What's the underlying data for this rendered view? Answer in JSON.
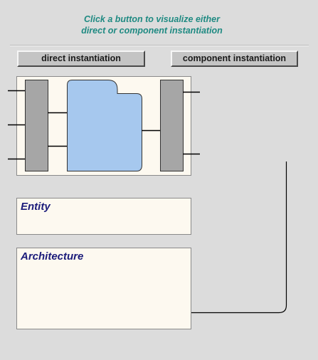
{
  "instruction": {
    "line1": "Click a button to visualize either",
    "line2": "direct or component instantiation"
  },
  "buttons": {
    "direct_label": "direct instantiation",
    "component_label": "component instantiation"
  },
  "panels": {
    "entity_title": "Entity",
    "architecture_title": "Architecture"
  },
  "colors": {
    "instruction_text": "#1f8a82",
    "panel_title_text": "#1b1b7a",
    "panel_background": "#fdf9f0",
    "component_fill": "#a6c8ee",
    "port_block_fill": "#a6a6a6",
    "background": "#dcdcdc"
  }
}
